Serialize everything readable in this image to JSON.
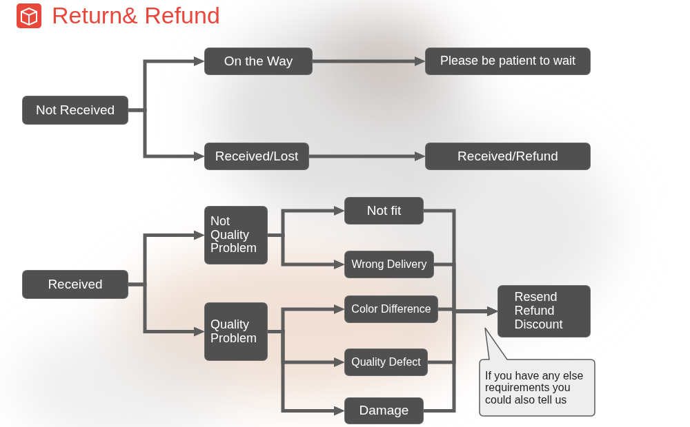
{
  "diagram": {
    "title": "Return& Refund",
    "nodes": [
      {
        "text": [
          "Not Received"
        ]
      },
      {
        "text": [
          "On the Way"
        ]
      },
      {
        "text": [
          "Please be patient to wait"
        ]
      },
      {
        "text": [
          "Received/Lost"
        ]
      },
      {
        "text": [
          "Received/Refund"
        ]
      },
      {
        "text": [
          "Received"
        ]
      },
      {
        "text": [
          "Not Quality Problem"
        ]
      },
      {
        "text": [
          "Not fit"
        ]
      },
      {
        "text": [
          "Wrong Delivery"
        ]
      },
      {
        "text": [
          "Quality Problem"
        ]
      },
      {
        "text": [
          "Color Difference"
        ]
      },
      {
        "text": [
          "Quality Defect"
        ]
      },
      {
        "text": [
          "Damage"
        ]
      },
      {
        "text": [
          "Resend Refund Discount"
        ]
      },
      {
        "text": [
          "If you have any else requirements you could also tell us"
        ]
      }
    ],
    "edges": [
      {
        "from": 0,
        "to": 1,
        "arrow": "to"
      },
      {
        "from": 0,
        "to": 3,
        "arrow": "to"
      },
      {
        "from": 1,
        "to": 2,
        "arrow": "to"
      },
      {
        "from": 3,
        "to": 4,
        "arrow": "to"
      },
      {
        "from": 5,
        "to": 6,
        "arrow": "to"
      },
      {
        "from": 5,
        "to": 9,
        "arrow": "to"
      },
      {
        "from": 6,
        "to": 7,
        "arrow": "to"
      },
      {
        "from": 6,
        "to": 8,
        "arrow": "to"
      },
      {
        "from": 9,
        "to": 10,
        "arrow": "to"
      },
      {
        "from": 9,
        "to": 11,
        "arrow": "to"
      },
      {
        "from": 9,
        "to": 12,
        "arrow": "to"
      },
      {
        "from": 7,
        "to": 13,
        "arrow": "to"
      },
      {
        "from": 8,
        "to": 13,
        "arrow": "to"
      },
      {
        "from": 10,
        "to": 13,
        "arrow": "to"
      },
      {
        "from": 11,
        "to": 13,
        "arrow": "to"
      },
      {
        "from": 12,
        "to": 13,
        "arrow": "to"
      }
    ]
  }
}
